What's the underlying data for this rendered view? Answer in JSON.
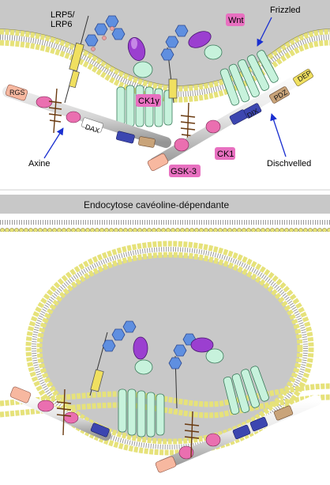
{
  "labels": {
    "lrp": "LRP5/\nLRP6",
    "lrp_line1": "LRP5/",
    "lrp_line2": "LRP6",
    "wnt": "Wnt",
    "frizzled": "Frizzled",
    "ck1gamma": "CK1γ",
    "axine": "Axine",
    "gsk3": "GSK-3",
    "ck1": "CK1",
    "dischvelled": "Dischvelled",
    "rgs": "RGS",
    "dax": "DAX",
    "dix": "DIX",
    "pdz": "PDZ",
    "dep": "DEP"
  },
  "section_header": "Endocytose cavéoline-dépendante",
  "colors": {
    "membrane_bead": "#e6e27a",
    "membrane_bg": "#c8c8c8",
    "wnt": "#9b3fd0",
    "label_pink": "#e870c0",
    "receptor": "#c7f2dc",
    "hexagon": "#5f8fe0",
    "lrp_yellow": "#f0e060",
    "axin_pink": "#ea6fb0",
    "dax_blue": "#3c46b0",
    "gsk_brown": "#c9a47a",
    "arrow_blue": "#1a2fd0"
  }
}
